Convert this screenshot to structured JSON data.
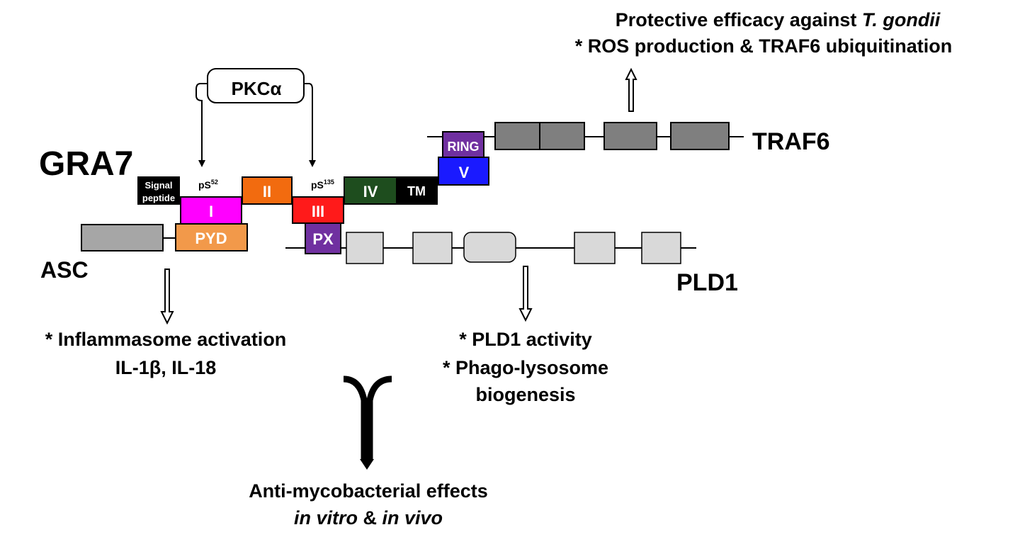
{
  "gra7": {
    "title": "GRA7",
    "signal_peptide": [
      "Signal",
      "peptide"
    ],
    "domains": {
      "I": "I",
      "II": "II",
      "III": "III",
      "IV": "IV",
      "TM": "TM",
      "V": "V"
    },
    "phospho_site_1": {
      "prefix": "pS",
      "sup": "52"
    },
    "phospho_site_2": {
      "prefix": "pS",
      "sup": "135"
    }
  },
  "kinase": "PKCα",
  "asc": {
    "label": "ASC",
    "domain": "PYD"
  },
  "traf6": {
    "label": "TRAF6",
    "domain": "RING"
  },
  "pld1": {
    "label": "PLD1",
    "domain": "PX"
  },
  "outcomes": {
    "traf6": {
      "line1_normal": "Protective efficacy against ",
      "line1_italic": "T. gondii",
      "line2": "* ROS production & TRAF6 ubiquitination"
    },
    "asc": {
      "line1": "* Inflammasome activation",
      "line2": "IL-1β, IL-18"
    },
    "pld1": {
      "line1": "* PLD1 activity",
      "line2": "* Phago-lysosome",
      "line3": "biogenesis"
    },
    "combined": {
      "line1": "Anti-mycobacterial effects",
      "line2_italic_a": "in vitro",
      "line2_mid": " & ",
      "line2_italic_b": "in vivo"
    }
  },
  "colors": {
    "I": "#ff00ff",
    "II": "#f26b0f",
    "III": "#ff1a1a",
    "IV": "#1e4d1e",
    "TM": "#000000",
    "V": "#1a1aff",
    "RING": "#7030a0",
    "PX": "#7030a0",
    "PYD": "#f2994a",
    "signal": "#000000",
    "asc_box": "#a6a6a6",
    "traf6_box": "#7f7f7f",
    "pld1_box": "#d9d9d9"
  }
}
